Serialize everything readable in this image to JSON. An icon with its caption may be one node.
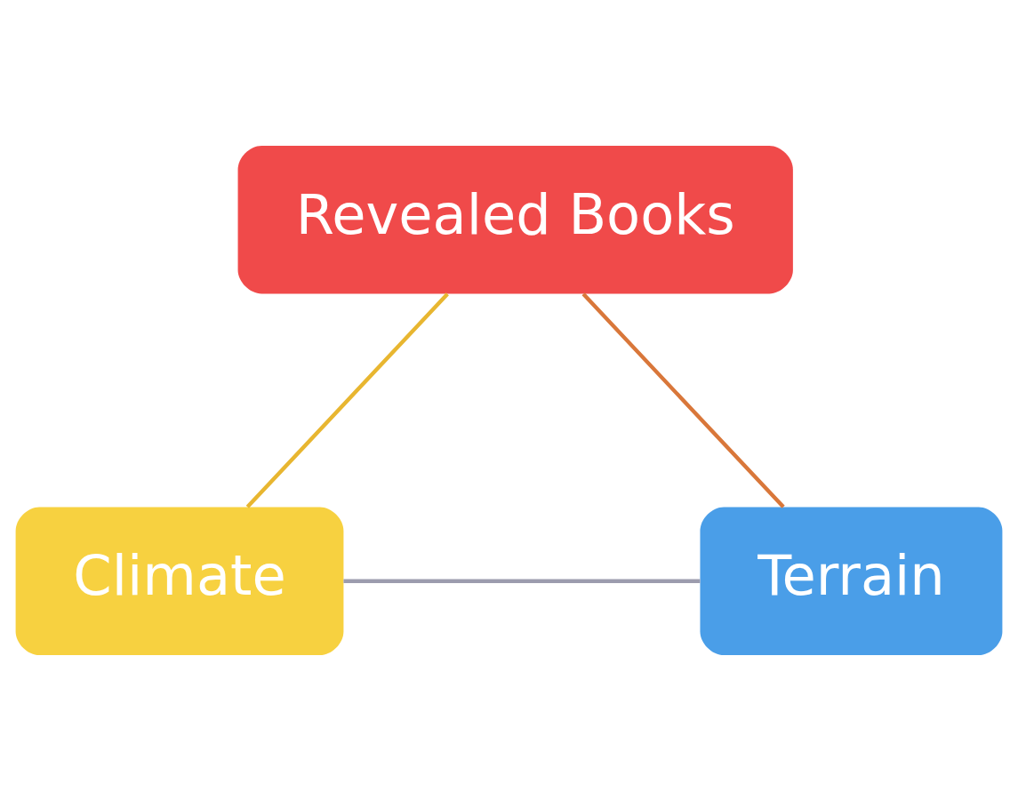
{
  "diagram": {
    "nodes": [
      {
        "text": [
          "Revealed Books"
        ]
      },
      {
        "text": [
          "Climate"
        ]
      },
      {
        "text": [
          "Terrain"
        ]
      }
    ],
    "edges": [
      {
        "from": 0,
        "to": 1,
        "arrow": "none",
        "color": "#e8b630"
      },
      {
        "from": 0,
        "to": 2,
        "arrow": "none",
        "color": "#d9773a"
      },
      {
        "from": 1,
        "to": 2,
        "arrow": "none",
        "color": "#9c9cae"
      }
    ]
  }
}
